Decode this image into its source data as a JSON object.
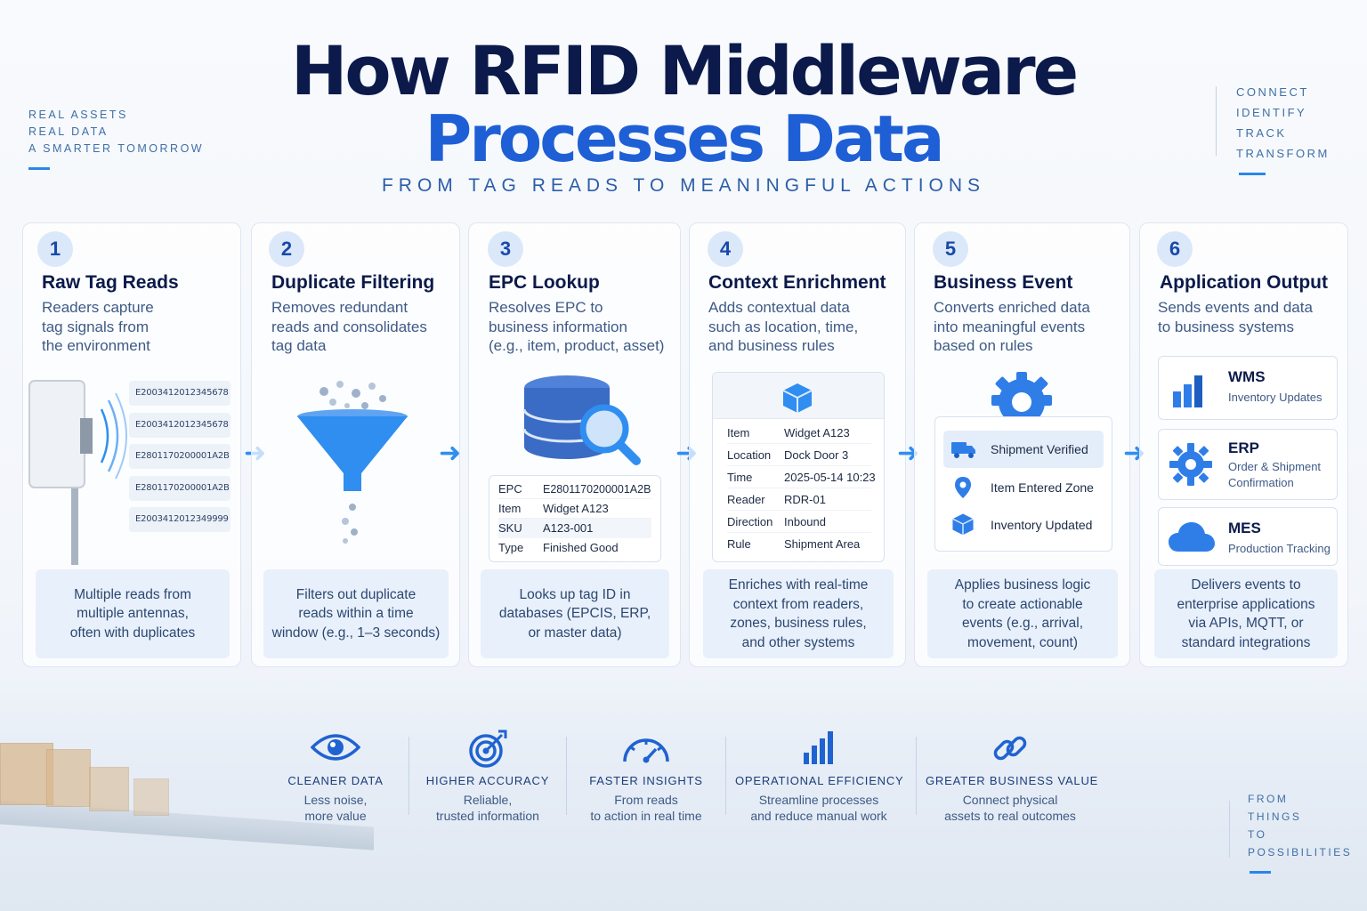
{
  "header": {
    "title_line1": "How RFID Middleware",
    "title_line2": "Processes Data",
    "subtitle": "FROM TAG READS TO MEANINGFUL ACTIONS",
    "left_taglines": [
      "REAL ASSETS",
      "REAL DATA",
      "A SMARTER TOMORROW"
    ],
    "right_taglines": [
      "CONNECT",
      "IDENTIFY",
      "TRACK",
      "TRANSFORM"
    ]
  },
  "steps": [
    {
      "number": "1",
      "title": "Raw Tag Reads",
      "description": [
        "Readers capture",
        "tag signals from",
        "the environment"
      ],
      "tags": [
        "E2003412012345678",
        "E2003412012345678",
        "E2801170200001A2B",
        "E2801170200001A2B",
        "E2003412012349999"
      ],
      "note": [
        "Multiple reads from",
        "multiple antennas,",
        "often with duplicates"
      ]
    },
    {
      "number": "2",
      "title": "Duplicate Filtering",
      "description": [
        "Removes redundant",
        "reads and consolidates",
        "tag data"
      ],
      "note": [
        "Filters out duplicate",
        "reads within a time",
        "window (e.g., 1–3 seconds)"
      ]
    },
    {
      "number": "3",
      "title": "EPC Lookup",
      "description": [
        "Resolves EPC to",
        "business information",
        "(e.g., item, product, asset)"
      ],
      "lookup": [
        {
          "key": "EPC",
          "value": "E2801170200001A2B"
        },
        {
          "key": "Item",
          "value": "Widget A123"
        },
        {
          "key": "SKU",
          "value": "A123-001"
        },
        {
          "key": "Type",
          "value": "Finished Good"
        }
      ],
      "note": [
        "Looks up tag ID in",
        "databases (EPCIS, ERP,",
        "or master data)"
      ]
    },
    {
      "number": "4",
      "title": "Context Enrichment",
      "description": [
        "Adds contextual data",
        "such as location, time,",
        "and business rules"
      ],
      "context": [
        {
          "key": "Item",
          "value": "Widget A123"
        },
        {
          "key": "Location",
          "value": "Dock Door 3"
        },
        {
          "key": "Time",
          "value": "2025-05-14 10:23"
        },
        {
          "key": "Reader",
          "value": "RDR-01"
        },
        {
          "key": "Direction",
          "value": "Inbound"
        },
        {
          "key": "Rule",
          "value": "Shipment Area"
        }
      ],
      "note": [
        "Enriches with real-time",
        "context from readers,",
        "zones, business rules,",
        "and other systems"
      ]
    },
    {
      "number": "5",
      "title": "Business Event",
      "description": [
        "Converts enriched data",
        "into meaningful events",
        "based on rules"
      ],
      "events": [
        {
          "label": "Shipment Verified",
          "icon": "truck-icon"
        },
        {
          "label": "Item Entered Zone",
          "icon": "location-pin-icon"
        },
        {
          "label": "Inventory Updated",
          "icon": "box-icon"
        }
      ],
      "note": [
        "Applies business logic",
        "to create actionable",
        "events (e.g., arrival,",
        "movement, count)"
      ]
    },
    {
      "number": "6",
      "title": "Application Output",
      "description": [
        "Sends events and data",
        "to business systems"
      ],
      "outputs": [
        {
          "name": "WMS",
          "desc": [
            "Inventory Updates"
          ],
          "icon": "bar-chart-icon"
        },
        {
          "name": "ERP",
          "desc": [
            "Order & Shipment",
            "Confirmation"
          ],
          "icon": "gear-icon"
        },
        {
          "name": "MES",
          "desc": [
            "Production Tracking"
          ],
          "icon": "cloud-icon"
        }
      ],
      "note": [
        "Delivers events to",
        "enterprise applications",
        "via APIs, MQTT, or",
        "standard integrations"
      ]
    }
  ],
  "benefits": [
    {
      "title": "CLEANER DATA",
      "desc": [
        "Less noise,",
        "more value"
      ],
      "icon": "eye-icon"
    },
    {
      "title": "HIGHER ACCURACY",
      "desc": [
        "Reliable,",
        "trusted information"
      ],
      "icon": "target-icon"
    },
    {
      "title": "FASTER INSIGHTS",
      "desc": [
        "From reads",
        "to action in real time"
      ],
      "icon": "speedometer-icon"
    },
    {
      "title": "OPERATIONAL EFFICIENCY",
      "desc": [
        "Streamline processes",
        "and reduce manual work"
      ],
      "icon": "bar-chart-icon"
    },
    {
      "title": "GREATER BUSINESS VALUE",
      "desc": [
        "Connect physical",
        "assets to real outcomes"
      ],
      "icon": "link-icon"
    }
  ],
  "footer_tagline": [
    "FROM",
    "THINGS",
    "TO",
    "POSSIBILITIES"
  ],
  "colors": {
    "navy": "#0b1a4a",
    "accent": "#1f5fd6",
    "arrow": "#2f8ef0"
  }
}
